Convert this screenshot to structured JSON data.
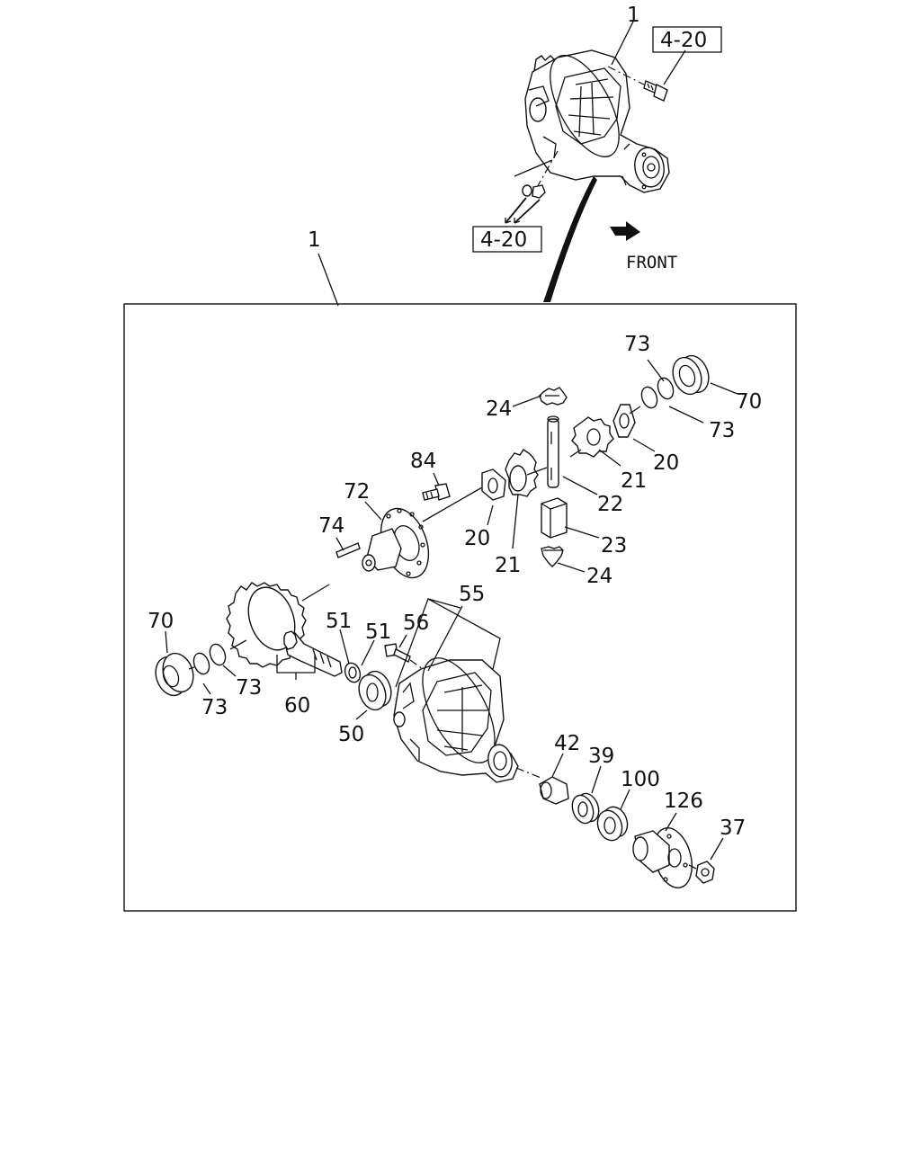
{
  "labels": {
    "assembly_top": "1",
    "assembly_frame": "1",
    "ref_top": "4-20",
    "ref_bottom": "4-20",
    "front": "FRONT",
    "p73a": "73",
    "p70a": "70",
    "p73b": "73",
    "p24a": "24",
    "p20a": "20",
    "p21a": "21",
    "p22": "22",
    "p84": "84",
    "p72": "72",
    "p74": "74",
    "p20b": "20",
    "p21b": "21",
    "p23": "23",
    "p24b": "24",
    "p55": "55",
    "p70b": "70",
    "p51a": "51",
    "p51b": "51",
    "p56": "56",
    "p73c": "73",
    "p73d": "73",
    "p60": "60",
    "p50": "50",
    "p42": "42",
    "p39": "39",
    "p100": "100",
    "p126": "126",
    "p37": "37"
  },
  "colors": {
    "ink": "#111111",
    "paper": "#ffffff"
  }
}
